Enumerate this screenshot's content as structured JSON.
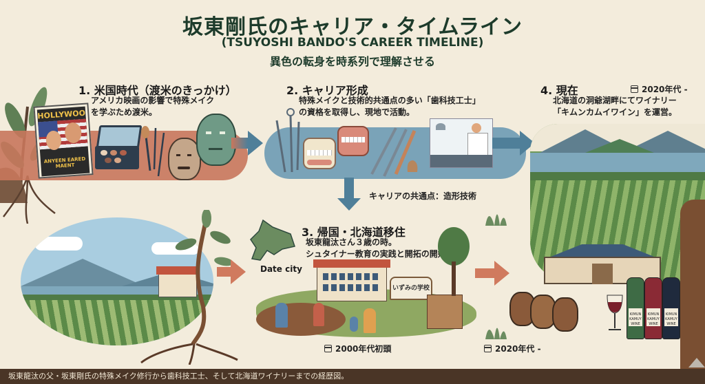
{
  "header": {
    "title": "坂東剛氏のキャリア・タイムライン",
    "subtitle_en": "(TSUYOSHI BANDO'S CAREER TIMELINE)",
    "subtitle_jp": "異色の転身を時系列で理解させる"
  },
  "steps": [
    {
      "number": "1.",
      "heading": "1. 米国時代（渡米のきっかけ）",
      "body_lines": [
        "アメリカ映画の影響で特殊メイク",
        "を学ぶため渡米。"
      ],
      "illustrations": [
        "hollywood-poster",
        "makeup-kit",
        "makeup-brushes",
        "old-man-mask",
        "creature-mask"
      ],
      "poster_text": {
        "top": "HOLLYWOOD",
        "bottom": "ANYEEN EARED MAENT"
      }
    },
    {
      "number": "2.",
      "heading": "2. キャリア形成",
      "body_lines": [
        "特殊メイクと技術的共通点の多い「歯科技工士」",
        "の資格を取得し、現地で活動。"
      ],
      "illustrations": [
        "dental-tools",
        "dentures",
        "sculpting-tools",
        "dental-technician"
      ]
    },
    {
      "number": "3.",
      "heading": "3. 帰国・北海道移住",
      "body_lines": [
        "坂東龍汰さん３歳の時。",
        "シュタイナー教育の実践と開拓の開始。"
      ],
      "date": "2000年代初頭",
      "map_label": "Date city",
      "school_sign": "いずみの学校",
      "illustrations": [
        "hokkaido-map",
        "school-building",
        "family-planting",
        "wooden-hut"
      ]
    },
    {
      "number": "4.",
      "heading": "4. 現在",
      "date": "2020年代 -",
      "body_lines": [
        "北海道の洞爺湖畔にてワイナリー",
        "「キムンカムイワイン」を運営。"
      ],
      "wine_label": "KIMUN KAMUY WINE",
      "illustrations": [
        "vineyard-lake",
        "winery-barn",
        "wine-barrels",
        "wine-bottles",
        "wine-glass"
      ]
    }
  ],
  "connector": {
    "label": "キャリアの共通点：造形技術"
  },
  "bottom_date": "2020年代 -",
  "footer": {
    "caption": "坂東龍汰の父・坂東剛氏の特殊メイク修行から歯科技工士、そして北海道ワイナリーまでの経歴図。"
  },
  "colors": {
    "background": "#f3ecdc",
    "title": "#1d3b2b",
    "band_red": "#c8775c",
    "band_blue": "#7aa3b8",
    "arrow_blue": "#4f7f99",
    "arrow_red": "#d07a5e",
    "footer_bg": "#4a3526",
    "vineyard_green": "#6f9a58"
  }
}
